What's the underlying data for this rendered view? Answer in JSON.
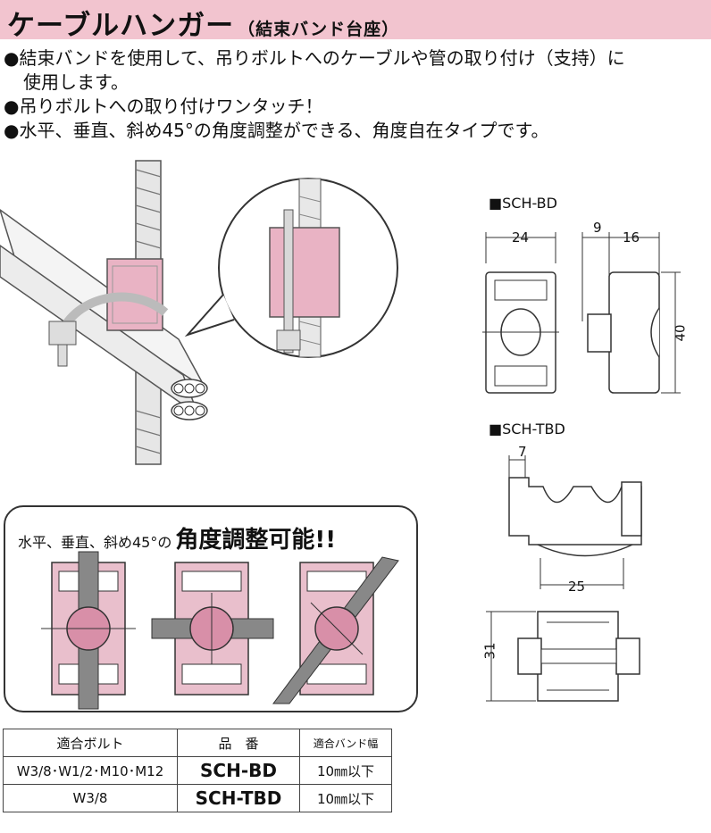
{
  "header": {
    "title": "ケーブルハンガー",
    "subtitle": "（結束バンド台座）",
    "accent_color": "#f2c4cf"
  },
  "features": [
    "●結束バンドを使用して、吊りボルトへのケーブルや管の取り付け（支持）に",
    "使用します。",
    "●吊りボルトへの取り付けワンタッチ！",
    "●水平、垂直、斜め45°の角度調整ができる、角度自在タイプです。"
  ],
  "sch_bd": {
    "label": "■SCH-BD",
    "dim_width": "24",
    "dim_gap": "9",
    "dim_depth": "16",
    "dim_height": "40"
  },
  "sch_tbd": {
    "label": "■SCH-TBD",
    "dim_top": "7",
    "dim_width": "25",
    "dim_height": "31"
  },
  "angle_panel": {
    "caption": "水平、垂直、斜め45°の",
    "emphasis": "角度調整可能!!"
  },
  "spec_table": {
    "headers": [
      "適合ボルト",
      "品　番",
      "適合バンド幅"
    ],
    "rows": [
      {
        "bolt": "W3/8･W1/2･M10･M12",
        "part": "SCH-BD",
        "width": "10㎜以下"
      },
      {
        "bolt": "W3/8",
        "part": "SCH-TBD",
        "width": "10㎜以下"
      }
    ]
  }
}
